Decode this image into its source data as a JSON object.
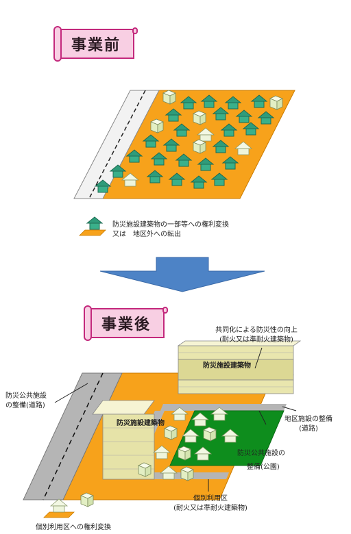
{
  "before": {
    "banner": "事業前",
    "legend_line1": "防災施設建築物の一部等への権利変換",
    "legend_line2": "又は　地区外への転出"
  },
  "after": {
    "banner": "事業後",
    "label_top_line1": "共同化による防災性の向上",
    "label_top_line2": "(耐火又は準耐火建築物)",
    "bldg_upper": "防災施設建築物",
    "bldg_left": "防災施設建築物",
    "label_left_line1": "防災公共施設",
    "label_left_line2": "の整備(道路)",
    "label_right1_line1": "地区施設の整備",
    "label_right1_line2": "(道路)",
    "label_right2_line1": "防災公共施設の",
    "label_right2_line2": "整備(公園)",
    "label_bottom_line1": "個別利用区",
    "label_bottom_line2": "(耐火又は準耐火建築物)",
    "legend_bottom": "個別利用区への権利変換"
  },
  "colors": {
    "ground": "#f7a21b",
    "green_house": "#2f9c7a",
    "pale_box": "#eef6d9",
    "building": "#e6e3a8",
    "arrow": "#4d83c6",
    "road": "#b5b5b5",
    "park": "#0e8d1d",
    "banner_fill": "#f8cfe3",
    "banner_border": "#c3287c"
  }
}
